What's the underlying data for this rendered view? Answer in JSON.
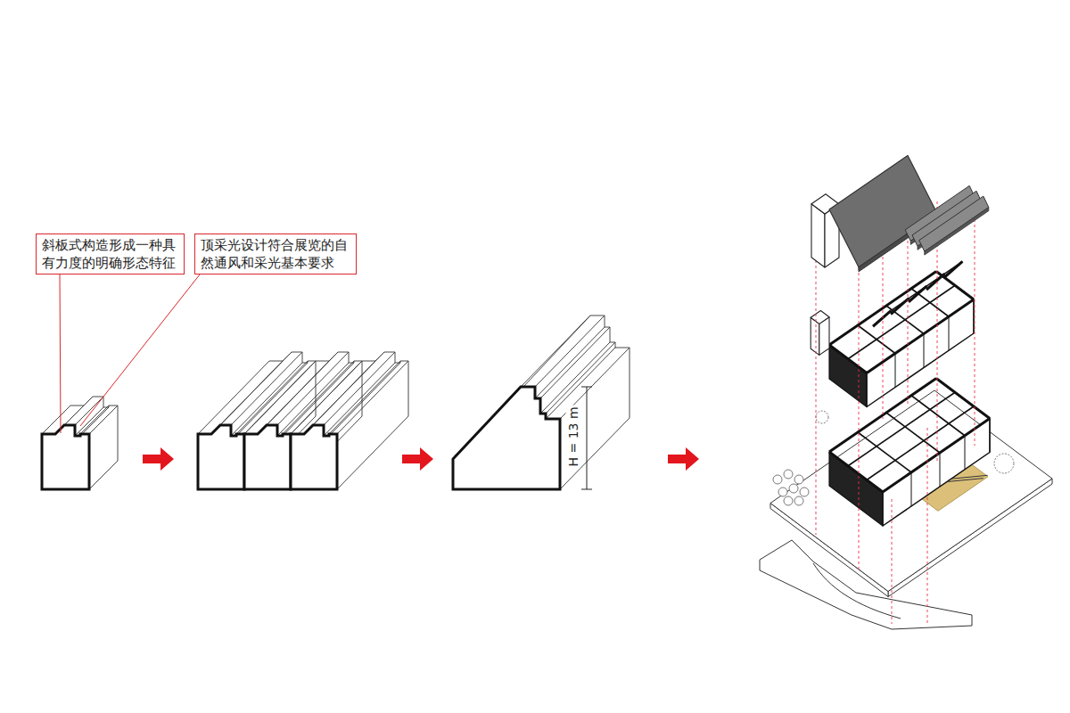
{
  "diagram": {
    "nodes": [
      {
        "text": [
          "斜板式构造形成一种具 有力度的明确形态特征"
        ]
      },
      {
        "text": [
          "顶采光设计符合展览的自 然通风和采光基本要求"
        ]
      }
    ],
    "labels": [
      "H = 13 m"
    ]
  }
}
